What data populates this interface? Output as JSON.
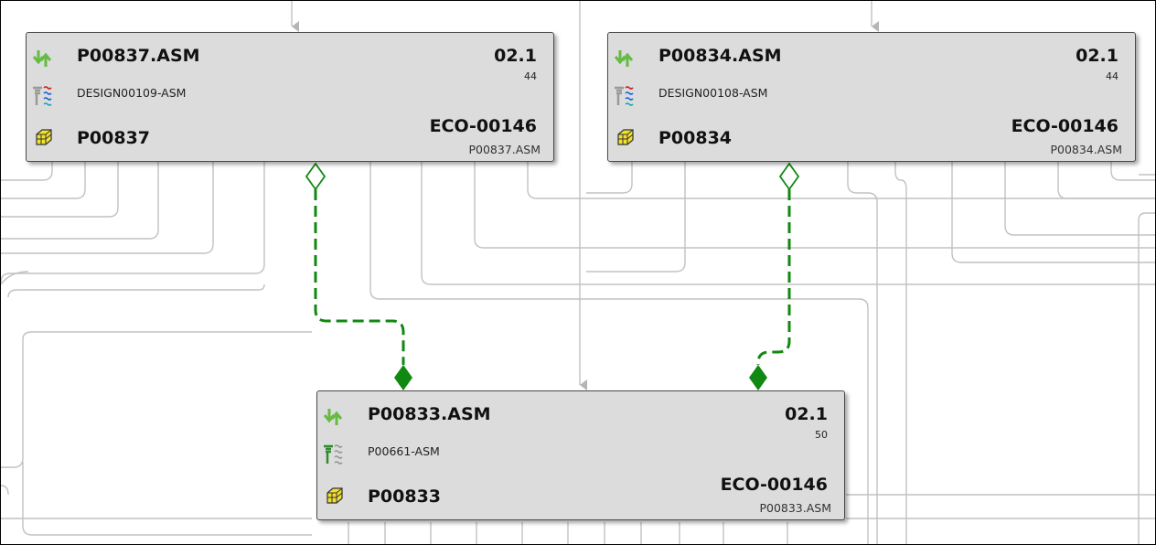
{
  "nodes": [
    {
      "name": "P00837.ASM",
      "design": "DESIGN00109-ASM",
      "part": "P00837",
      "revision": "02.1",
      "iteration": "44",
      "eco": "ECO-00146",
      "file": "P00837.ASM",
      "design_icon_colors": [
        "#999999",
        "#cc2222",
        "#2266dd",
        "#22aaaa"
      ]
    },
    {
      "name": "P00834.ASM",
      "design": "DESIGN00108-ASM",
      "part": "P00834",
      "revision": "02.1",
      "iteration": "44",
      "eco": "ECO-00146",
      "file": "P00834.ASM",
      "design_icon_colors": [
        "#999999",
        "#cc2222",
        "#2266dd",
        "#22aaaa"
      ]
    },
    {
      "name": "P00833.ASM",
      "design": "P00661-ASM",
      "part": "P00833",
      "revision": "02.1",
      "iteration": "50",
      "eco": "ECO-00146",
      "file": "P00833.ASM",
      "design_icon_colors": [
        "#2e8b2e",
        "#999999",
        "#999999",
        "#999999"
      ]
    }
  ],
  "colors": {
    "connector": "#bdbdbd",
    "link": "#118811",
    "node_fill": "#dcdcdc",
    "node_border": "#4a4a4a"
  },
  "icons": [
    "status-arrows-icon",
    "design-link-icon",
    "part-cube-icon"
  ]
}
